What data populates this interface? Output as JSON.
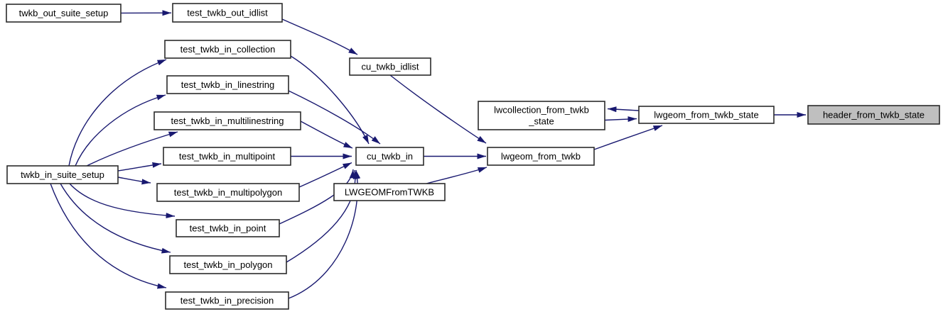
{
  "graph": {
    "type": "doxygen-caller-graph",
    "target_function": "header_from_twkb_state",
    "colors": {
      "edge": "#191970",
      "node_border": "#2b2b2b",
      "node_fill": "#ffffff",
      "highlight_fill": "#bfbfbf",
      "text": "#000000",
      "background": "#ffffff"
    },
    "nodes": [
      {
        "id": "twkb_out_suite_setup",
        "label": "twkb_out_suite_setup",
        "highlighted": false
      },
      {
        "id": "test_twkb_out_idlist",
        "label": "test_twkb_out_idlist",
        "highlighted": false
      },
      {
        "id": "test_twkb_in_collection",
        "label": "test_twkb_in_collection",
        "highlighted": false
      },
      {
        "id": "test_twkb_in_linestring",
        "label": "test_twkb_in_linestring",
        "highlighted": false
      },
      {
        "id": "test_twkb_in_multilinestring",
        "label": "test_twkb_in_multilinestring",
        "highlighted": false
      },
      {
        "id": "test_twkb_in_multipoint",
        "label": "test_twkb_in_multipoint",
        "highlighted": false
      },
      {
        "id": "twkb_in_suite_setup",
        "label": "twkb_in_suite_setup",
        "highlighted": false
      },
      {
        "id": "test_twkb_in_multipolygon",
        "label": "test_twkb_in_multipolygon",
        "highlighted": false
      },
      {
        "id": "test_twkb_in_point",
        "label": "test_twkb_in_point",
        "highlighted": false
      },
      {
        "id": "test_twkb_in_polygon",
        "label": "test_twkb_in_polygon",
        "highlighted": false
      },
      {
        "id": "test_twkb_in_precision",
        "label": "test_twkb_in_precision",
        "highlighted": false
      },
      {
        "id": "cu_twkb_idlist",
        "label": "cu_twkb_idlist",
        "highlighted": false
      },
      {
        "id": "cu_twkb_in",
        "label": "cu_twkb_in",
        "highlighted": false
      },
      {
        "id": "LWGEOMFromTWKB",
        "label": "LWGEOMFromTWKB",
        "highlighted": false
      },
      {
        "id": "lwgeom_from_twkb",
        "label": "lwgeom_from_twkb",
        "highlighted": false
      },
      {
        "id": "lwcollection_from_twkb_state",
        "label": "lwcollection_from_twkb_state",
        "label_line1": "lwcollection_from_twkb",
        "label_line2": "_state",
        "highlighted": false
      },
      {
        "id": "lwgeom_from_twkb_state",
        "label": "lwgeom_from_twkb_state",
        "highlighted": false
      },
      {
        "id": "header_from_twkb_state",
        "label": "header_from_twkb_state",
        "highlighted": true
      }
    ],
    "edges": [
      {
        "from": "twkb_out_suite_setup",
        "to": "test_twkb_out_idlist"
      },
      {
        "from": "test_twkb_out_idlist",
        "to": "cu_twkb_idlist"
      },
      {
        "from": "cu_twkb_idlist",
        "to": "lwgeom_from_twkb"
      },
      {
        "from": "twkb_in_suite_setup",
        "to": "test_twkb_in_collection"
      },
      {
        "from": "twkb_in_suite_setup",
        "to": "test_twkb_in_linestring"
      },
      {
        "from": "twkb_in_suite_setup",
        "to": "test_twkb_in_multilinestring"
      },
      {
        "from": "twkb_in_suite_setup",
        "to": "test_twkb_in_multipoint"
      },
      {
        "from": "twkb_in_suite_setup",
        "to": "test_twkb_in_multipolygon"
      },
      {
        "from": "twkb_in_suite_setup",
        "to": "test_twkb_in_point"
      },
      {
        "from": "twkb_in_suite_setup",
        "to": "test_twkb_in_polygon"
      },
      {
        "from": "twkb_in_suite_setup",
        "to": "test_twkb_in_precision"
      },
      {
        "from": "test_twkb_in_collection",
        "to": "cu_twkb_in"
      },
      {
        "from": "test_twkb_in_linestring",
        "to": "cu_twkb_in"
      },
      {
        "from": "test_twkb_in_multilinestring",
        "to": "cu_twkb_in"
      },
      {
        "from": "test_twkb_in_multipoint",
        "to": "cu_twkb_in"
      },
      {
        "from": "test_twkb_in_multipolygon",
        "to": "cu_twkb_in"
      },
      {
        "from": "test_twkb_in_point",
        "to": "cu_twkb_in"
      },
      {
        "from": "test_twkb_in_polygon",
        "to": "cu_twkb_in"
      },
      {
        "from": "test_twkb_in_precision",
        "to": "cu_twkb_in"
      },
      {
        "from": "cu_twkb_in",
        "to": "lwgeom_from_twkb"
      },
      {
        "from": "LWGEOMFromTWKB",
        "to": "lwgeom_from_twkb"
      },
      {
        "from": "lwgeom_from_twkb",
        "to": "lwgeom_from_twkb_state"
      },
      {
        "from": "lwgeom_from_twkb_state",
        "to": "lwcollection_from_twkb_state"
      },
      {
        "from": "lwcollection_from_twkb_state",
        "to": "lwgeom_from_twkb_state"
      },
      {
        "from": "lwgeom_from_twkb_state",
        "to": "header_from_twkb_state"
      }
    ]
  }
}
